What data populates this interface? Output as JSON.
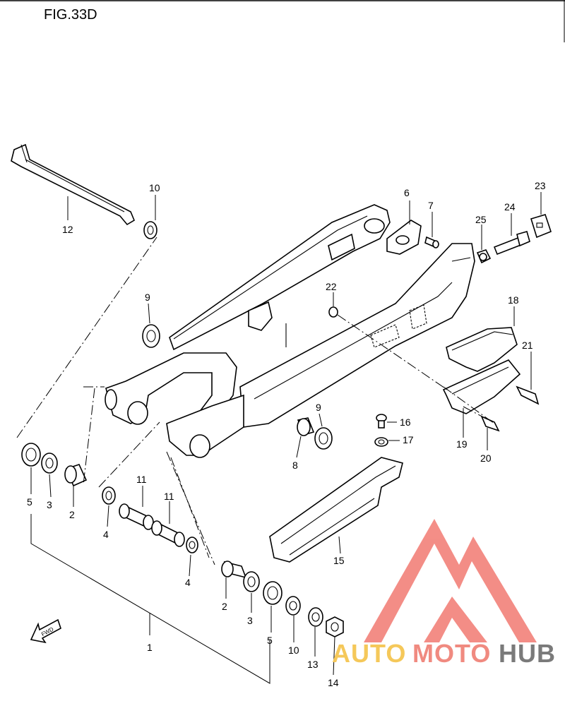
{
  "figure": {
    "title": "FIG.33D"
  },
  "callouts": {
    "c1": "1",
    "c2a": "2",
    "c2b": "2",
    "c3a": "3",
    "c3b": "3",
    "c4a": "4",
    "c4b": "4",
    "c5a": "5",
    "c5b": "5",
    "c6": "6",
    "c7": "7",
    "c8": "8",
    "c9a": "9",
    "c9b": "9",
    "c10a": "10",
    "c10b": "10",
    "c11a": "11",
    "c11b": "11",
    "c12": "12",
    "c13": "13",
    "c14": "14",
    "c15": "15",
    "c16": "16",
    "c17": "17",
    "c18": "18",
    "c19": "19",
    "c20": "20",
    "c21": "21",
    "c22": "22",
    "c23": "23",
    "c24": "24",
    "c25": "25"
  },
  "fwd_arrow": {
    "label": "FWD"
  },
  "watermark": {
    "brand_part1": "AUTO",
    "brand_part2": "MOTO",
    "brand_part3": "HUB",
    "colors": {
      "auto": "#f5c85a",
      "moto": "#f08a80",
      "hub": "#7a7a7a",
      "logo": "#f27a72"
    }
  }
}
